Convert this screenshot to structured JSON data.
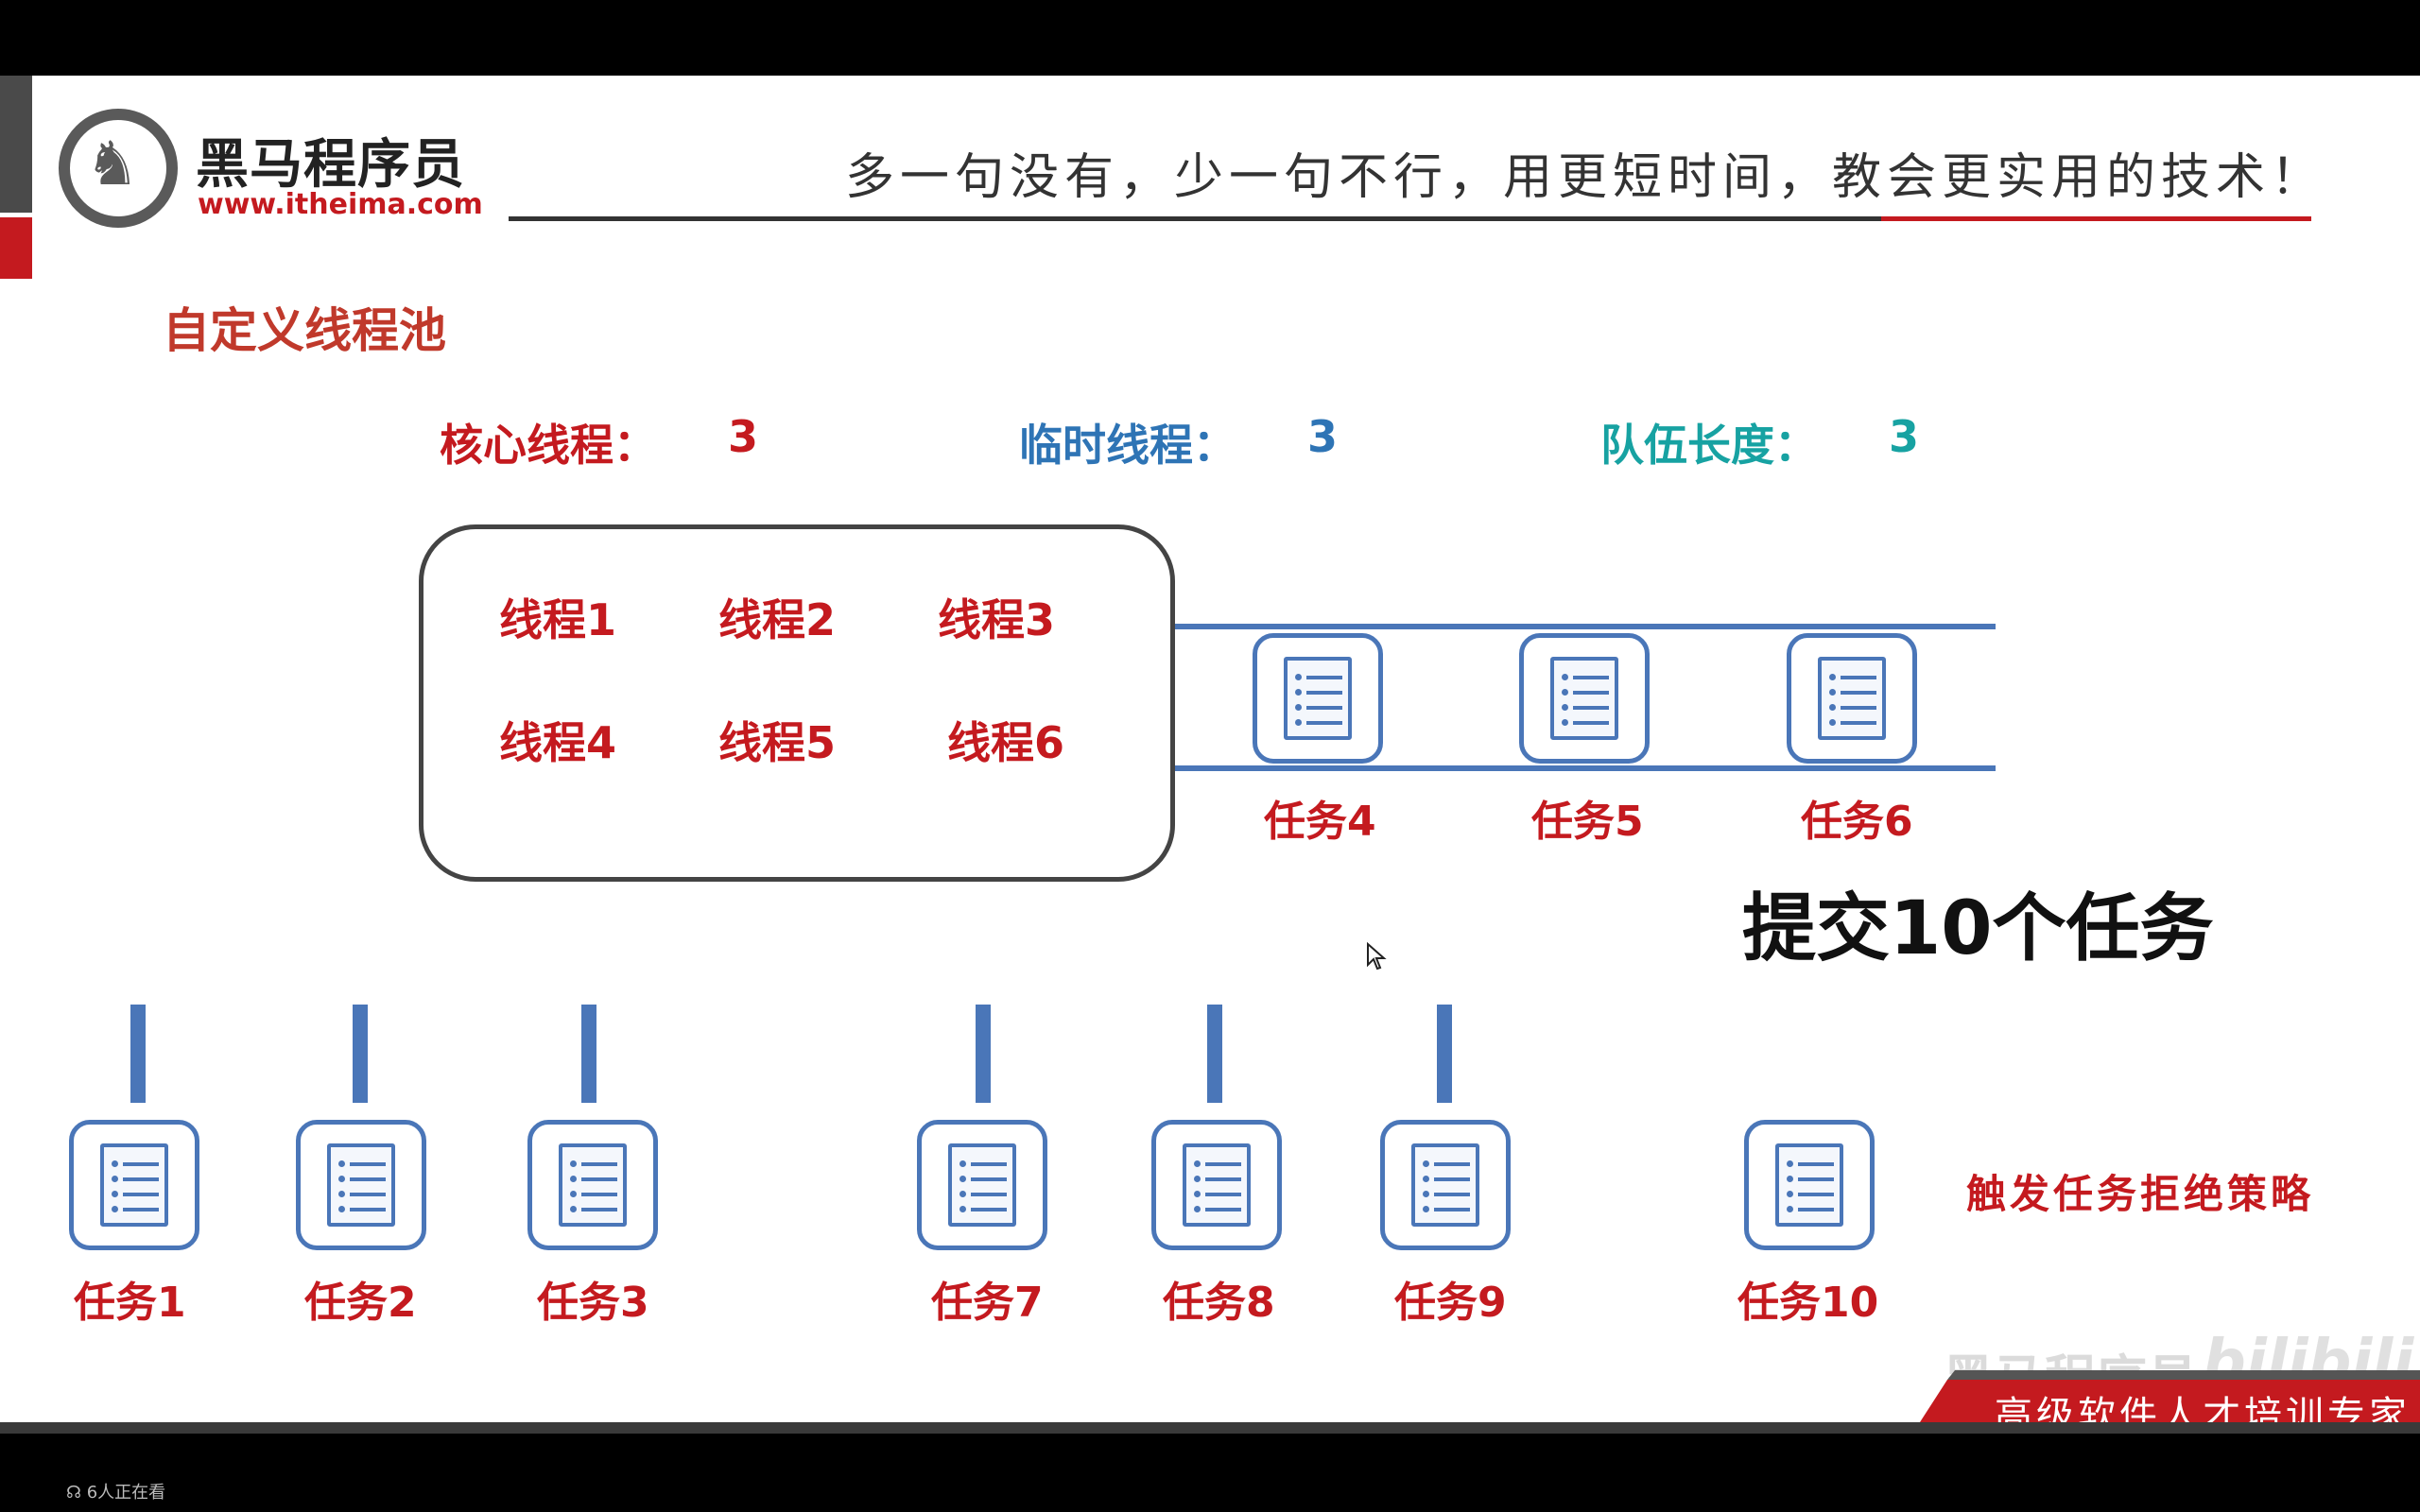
{
  "brand": {
    "name": "黑马程序员",
    "url": "www.itheima.com",
    "slogan": "多一句没有，少一句不行，用更短时间，教会更实用的技术！"
  },
  "slide": {
    "title": "自定义线程池",
    "params": [
      {
        "label": "核心线程：",
        "value": "3",
        "color": "#c41a1f"
      },
      {
        "label": "临时线程：",
        "value": "3",
        "color": "#2e74b5"
      },
      {
        "label": "队伍长度：",
        "value": "3",
        "color": "#17a2a2"
      }
    ],
    "threads": [
      "线程1",
      "线程2",
      "线程3",
      "线程4",
      "线程5",
      "线程6"
    ],
    "queue_tasks": [
      "任务4",
      "任务5",
      "任务6"
    ],
    "incoming_tasks": [
      "任务1",
      "任务2",
      "任务3",
      "任务7",
      "任务8",
      "任务9",
      "任务10"
    ],
    "submit_label": "提交10个任务",
    "reject_label": "触发任务拒绝策略"
  },
  "footer": {
    "ribbon": "高级软件人才培训专家",
    "watermark": "黑马程序员",
    "watermark_bili": "bilibili",
    "viewers": "6人正在看"
  }
}
